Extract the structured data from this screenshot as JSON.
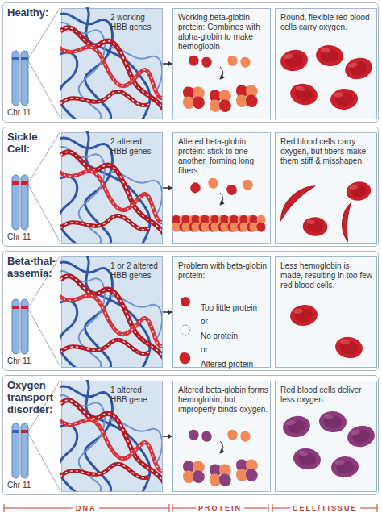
{
  "diagram": {
    "nodes": [
      {
        "text": [
          "Healthy:"
        ]
      },
      {
        "text": [
          "2 working HBB genes"
        ],
        "in": 0
      },
      {
        "text": [
          "Working beta-globin protein: Combines with alpha-globin to make hemoglobin"
        ],
        "in": 0
      },
      {
        "text": [
          "Round, flexible red blood cells carry oxygen."
        ],
        "in": 0
      },
      {
        "text": [
          "Sickle Cell:"
        ]
      },
      {
        "text": [
          "2 altered HBB genes"
        ],
        "in": 4
      },
      {
        "text": [
          "Altered beta-globin protein: stick to one another, forming long fibers"
        ],
        "in": 4
      },
      {
        "text": [
          "Red blood cells carry oxygen, but fibers make them stiff & misshapen."
        ],
        "in": 4
      },
      {
        "text": [
          "Beta-thal- assemia:"
        ]
      },
      {
        "text": [
          "1 or 2 altered HBB genes"
        ],
        "in": 8
      },
      {
        "text": [
          "Problem with beta-globin protein:",
          "Too little protein",
          "or",
          "No protein",
          "or",
          "Altered protein"
        ],
        "in": 8
      },
      {
        "text": [
          "Less hemoglobin is made, resulting in too few red blood cells."
        ],
        "in": 8
      },
      {
        "text": [
          "Oxygen transport disorder:"
        ]
      },
      {
        "text": [
          "1 altered HBB gene"
        ],
        "in": 12
      },
      {
        "text": [
          "Altered beta-globin forms hemoglobin, but improperly binds oxygen."
        ],
        "in": 12
      },
      {
        "text": [
          "Red blood cells deliver less oxygen."
        ],
        "in": 12
      }
    ],
    "edges": [
      {
        "from": 1,
        "to": 2,
        "arrow": "to"
      },
      {
        "from": 5,
        "to": 6,
        "arrow": "to"
      },
      {
        "from": 9,
        "to": 10,
        "arrow": "to"
      },
      {
        "from": 13,
        "to": 14,
        "arrow": "to"
      }
    ],
    "labels": [
      "Chr 11",
      "Chr 11",
      "Chr 11",
      "Chr 11",
      "DNA",
      "PROTEIN",
      "CELL/TISSUE"
    ]
  }
}
